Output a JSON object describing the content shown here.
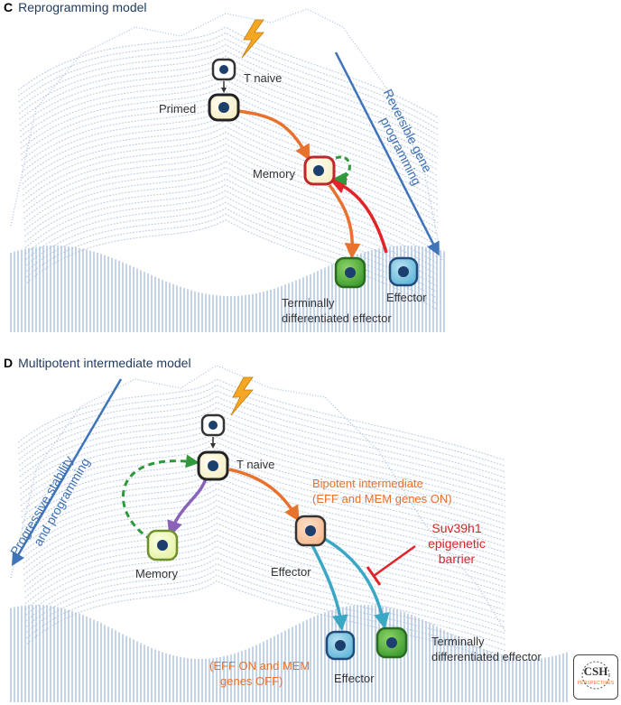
{
  "panel_c": {
    "letter": "C",
    "title": "Reprogramming model",
    "labels": {
      "t_naive": "T naive",
      "primed": "Primed",
      "memory": "Memory",
      "effector": "Effector",
      "terminal_line1": "Terminally",
      "terminal_line2": "differentiated effector",
      "side_line1": "Reversible gene",
      "side_line2": "programming"
    }
  },
  "panel_d": {
    "letter": "D",
    "title": "Multipotent intermediate model",
    "labels": {
      "t_naive": "T naive",
      "bipotent_line1": "Bipotent intermediate",
      "bipotent_line2": "(EFF and MEM genes ON)",
      "memory": "Memory",
      "effector_mid": "Effector",
      "barrier_line1": "Suv39h1",
      "barrier_line2": "epigenetic",
      "barrier_line3": "barrier",
      "terminal_line1": "Terminally",
      "terminal_line2": "differentiated effector",
      "eff_on_line1": "(EFF ON and MEM",
      "eff_on_line2": "genes OFF)",
      "effector_bottom": "Effector",
      "side_line1": "Progressive stability",
      "side_line2": "and programming"
    }
  },
  "logo": {
    "line1": "CSH",
    "line2": "PERSPECTIVES"
  },
  "colors": {
    "landscape": "#a9bfdc",
    "orange_arrow": "#e8712b",
    "red_arrow": "#e02428",
    "green_dashed": "#2e9a3a",
    "purple_arrow": "#8a62b8",
    "teal_arrow": "#3aa7c4",
    "blue_arrow": "#3f74b9",
    "bolt": "#f5a623"
  }
}
